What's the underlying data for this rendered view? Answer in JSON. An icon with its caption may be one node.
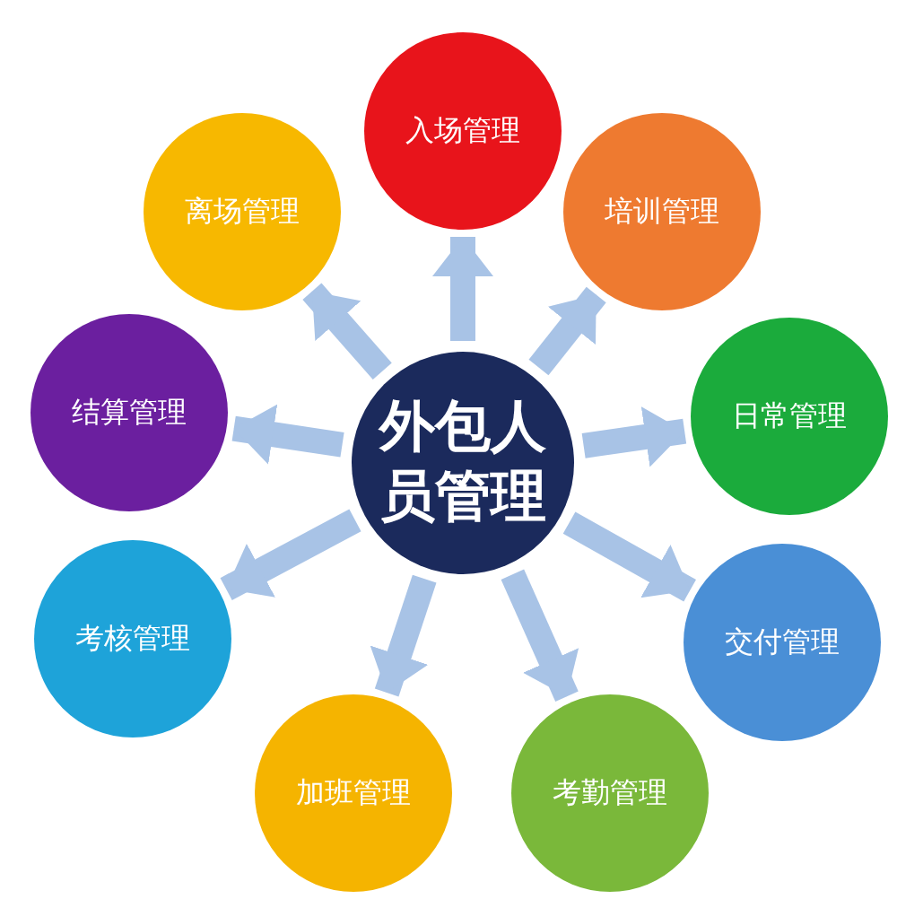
{
  "diagram": {
    "nodes": [
      {
        "text": [
          "外包人员管理"
        ]
      },
      {
        "text": [
          "入场管理"
        ]
      },
      {
        "text": [
          "培训管理"
        ]
      },
      {
        "text": [
          "日常管理"
        ]
      },
      {
        "text": [
          "交付管理"
        ]
      },
      {
        "text": [
          "考勤管理"
        ]
      },
      {
        "text": [
          "加班管理"
        ]
      },
      {
        "text": [
          "考核管理"
        ]
      },
      {
        "text": [
          "结算管理"
        ]
      },
      {
        "text": [
          "离场管理"
        ]
      }
    ],
    "edges": [
      {
        "from": 0,
        "to": 1,
        "arrow": "to"
      },
      {
        "from": 0,
        "to": 2,
        "arrow": "to"
      },
      {
        "from": 0,
        "to": 3,
        "arrow": "to"
      },
      {
        "from": 0,
        "to": 4,
        "arrow": "to"
      },
      {
        "from": 0,
        "to": 5,
        "arrow": "to"
      },
      {
        "from": 0,
        "to": 6,
        "arrow": "to"
      },
      {
        "from": 0,
        "to": 7,
        "arrow": "to"
      },
      {
        "from": 0,
        "to": 8,
        "arrow": "to"
      },
      {
        "from": 0,
        "to": 9,
        "arrow": "to"
      }
    ]
  }
}
